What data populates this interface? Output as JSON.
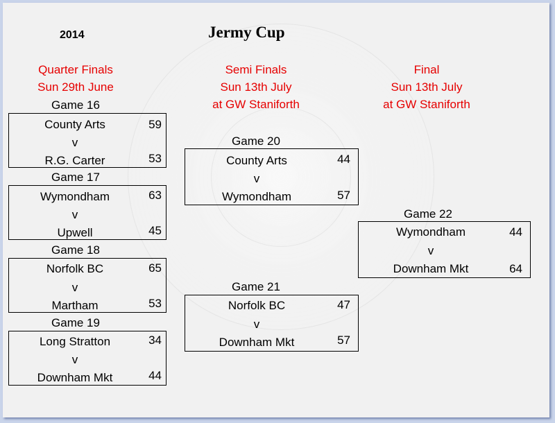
{
  "year": "2014",
  "title": "Jermy Cup",
  "rounds": {
    "quarter": {
      "name": "Quarter Finals",
      "date": "Sun 29th June"
    },
    "semi": {
      "name": "Semi Finals",
      "date": "Sun 13th July",
      "venue": "at GW Staniforth"
    },
    "final": {
      "name": "Final",
      "date": "Sun 13th July",
      "venue": "at GW Staniforth"
    }
  },
  "vs_label": "v",
  "games": {
    "g16": {
      "label": "Game 16",
      "home": "County Arts",
      "home_score": "59",
      "away": "R.G. Carter",
      "away_score": "53"
    },
    "g17": {
      "label": "Game 17",
      "home": "Wymondham",
      "home_score": "63",
      "away": "Upwell",
      "away_score": "45"
    },
    "g18": {
      "label": "Game 18",
      "home": "Norfolk BC",
      "home_score": "65",
      "away": "Martham",
      "away_score": "53"
    },
    "g19": {
      "label": "Game 19",
      "home": "Long Stratton",
      "home_score": "34",
      "away": "Downham Mkt",
      "away_score": "44"
    },
    "g20": {
      "label": "Game 20",
      "home": "County Arts",
      "home_score": "44",
      "away": "Wymondham",
      "away_score": "57"
    },
    "g21": {
      "label": "Game 21",
      "home": "Norfolk BC",
      "home_score": "47",
      "away": "Downham Mkt",
      "away_score": "57"
    },
    "g22": {
      "label": "Game 22",
      "home": "Wymondham",
      "home_score": "44",
      "away": "Downham Mkt",
      "away_score": "64"
    }
  }
}
